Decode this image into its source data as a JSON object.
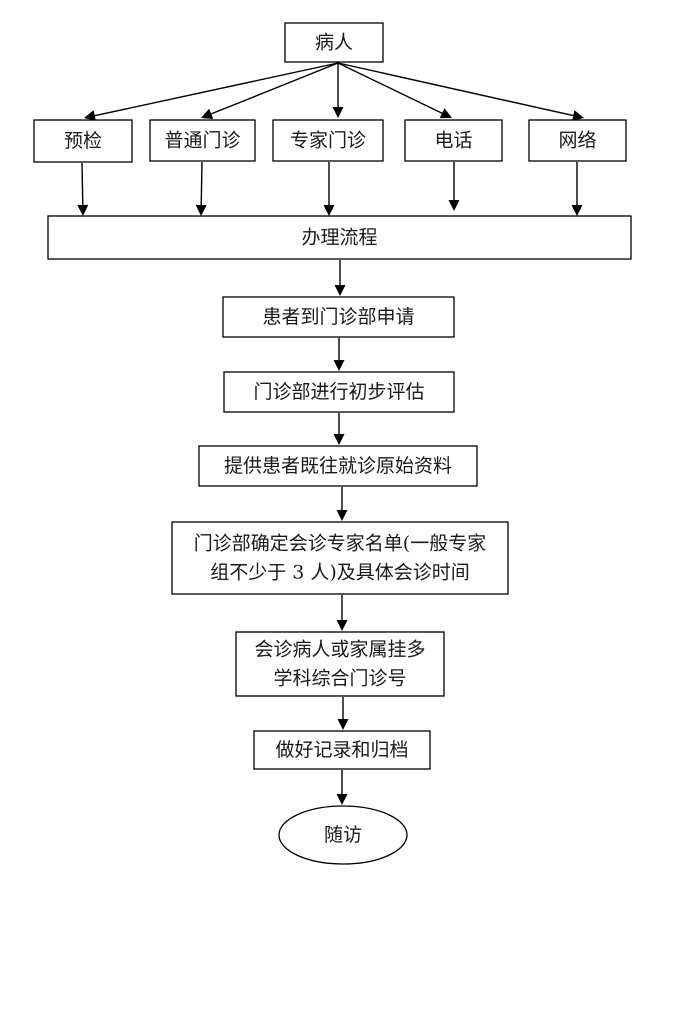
{
  "diagram": {
    "type": "flowchart",
    "colors": {
      "stroke": "#000000",
      "fill": "#ffffff",
      "text": "#1a1a1a"
    },
    "nodes": [
      {
        "id": "patient",
        "label": [
          "病人"
        ],
        "shape": "rect"
      },
      {
        "id": "precheck",
        "label": [
          "预检"
        ],
        "shape": "rect"
      },
      {
        "id": "general_clinic",
        "label": [
          "普通门诊"
        ],
        "shape": "rect"
      },
      {
        "id": "expert_clinic",
        "label": [
          "专家门诊"
        ],
        "shape": "rect"
      },
      {
        "id": "phone",
        "label": [
          "电话"
        ],
        "shape": "rect"
      },
      {
        "id": "network",
        "label": [
          "网络"
        ],
        "shape": "rect"
      },
      {
        "id": "process",
        "label": [
          "办理流程"
        ],
        "shape": "rect"
      },
      {
        "id": "apply",
        "label": [
          "患者到门诊部申请"
        ],
        "shape": "rect"
      },
      {
        "id": "assess",
        "label": [
          "门诊部进行初步评估"
        ],
        "shape": "rect"
      },
      {
        "id": "records",
        "label": [
          "提供患者既往就诊原始资料"
        ],
        "shape": "rect"
      },
      {
        "id": "experts",
        "label": [
          "门诊部确定会诊专家名单(一般专家",
          "组不少于 3 人)及具体会诊时间"
        ],
        "shape": "rect"
      },
      {
        "id": "register",
        "label": [
          "会诊病人或家属挂多",
          "学科综合门诊号"
        ],
        "shape": "rect"
      },
      {
        "id": "archive",
        "label": [
          "做好记录和归档"
        ],
        "shape": "rect"
      },
      {
        "id": "followup",
        "label": [
          "随访"
        ],
        "shape": "ellipse"
      }
    ],
    "edges": [
      {
        "from": "patient",
        "to": "precheck"
      },
      {
        "from": "patient",
        "to": "general_clinic"
      },
      {
        "from": "patient",
        "to": "expert_clinic"
      },
      {
        "from": "patient",
        "to": "phone"
      },
      {
        "from": "patient",
        "to": "network"
      },
      {
        "from": "precheck",
        "to": "process"
      },
      {
        "from": "general_clinic",
        "to": "process"
      },
      {
        "from": "expert_clinic",
        "to": "process"
      },
      {
        "from": "phone",
        "to": "process"
      },
      {
        "from": "network",
        "to": "process"
      },
      {
        "from": "process",
        "to": "apply"
      },
      {
        "from": "apply",
        "to": "assess"
      },
      {
        "from": "assess",
        "to": "records"
      },
      {
        "from": "records",
        "to": "experts"
      },
      {
        "from": "experts",
        "to": "register"
      },
      {
        "from": "register",
        "to": "archive"
      },
      {
        "from": "archive",
        "to": "followup"
      }
    ]
  }
}
